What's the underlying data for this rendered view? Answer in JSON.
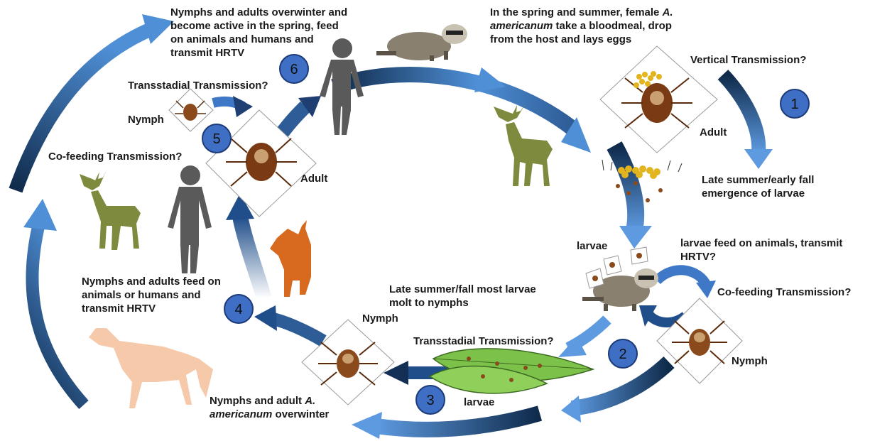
{
  "texts": {
    "t_top_left_1": "Nymphs and adults overwinter and",
    "t_top_left_2": "become active in the spring, feed",
    "t_top_left_3": "on animals and humans and",
    "t_top_left_4": "transmit HRTV",
    "t_top_right_1": "In the spring and summer, female",
    "t_top_right_1b": "A.",
    "t_top_right_2a": "americanum",
    "t_top_right_2b": " take a bloodmeal, drop",
    "t_top_right_3": "from the host and lays eggs",
    "vertical": "Vertical Transmission?",
    "late_summer_1": "Late summer/early fall",
    "late_summer_2": "emergence of larvae",
    "larvae_feed_1": "larvae feed on animals, transmit",
    "larvae_feed_2": "HRTV?",
    "cofeed_right": "Co-feeding Transmission?",
    "cofeed_left": "Co-feeding Transmission?",
    "transstadial_top": "Transstadial Transmission?",
    "transstadial_bottom": "Transstadial Transmission?",
    "molt_1": "Late summer/fall most larvae",
    "molt_2": "molt to nymphs",
    "feed_left_1": "Nymphs and adults feed on",
    "feed_left_2": "animals or humans and",
    "feed_left_3": "transmit HRTV",
    "overwinter_1a": "Nymphs and adult",
    "overwinter_1b": "A.",
    "overwinter_2a": "americanum",
    "overwinter_2b": " overwinter"
  },
  "labels": {
    "adult_right": "Adult",
    "adult_left": "Adult",
    "nymph_left": "Nymph",
    "nymph_bottom": "Nymph",
    "nymph_right": "Nymph",
    "larvae_top": "larvae",
    "larvae_bottom": "larvae"
  },
  "steps": [
    "1",
    "2",
    "3",
    "4",
    "5",
    "6"
  ],
  "colors": {
    "arrow_light": "#4f8fd6",
    "arrow_dark": "#0f2a4a",
    "step_fill": "#3f6fc4",
    "step_stroke": "#1c3b78",
    "deer": "#7e8b3e",
    "human": "#5a5a5a",
    "dog": "#d86a20",
    "horse": "#f5c9aa",
    "tick_body": "#7a3a14",
    "tick_shield": "#caa070",
    "raccoon": "#8a8070"
  }
}
